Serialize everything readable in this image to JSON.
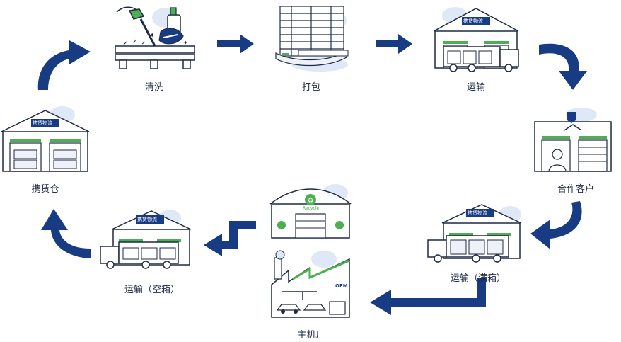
{
  "nodes": {
    "cleaning": {
      "label": "清洗"
    },
    "packing": {
      "label": "打包"
    },
    "transport": {
      "label": "运输"
    },
    "partner": {
      "label": "合作客户"
    },
    "transport_full": {
      "label": "运输（满箱）"
    },
    "oem": {
      "label": "主机厂",
      "sign": "OEM"
    },
    "recycle": {
      "sign": "Recycle"
    },
    "transport_empty": {
      "label": "运输（空箱）"
    },
    "warehouse": {
      "label": "携赁仓"
    }
  },
  "brand_sign": "携赁物流",
  "colors": {
    "arrow": "#173c84",
    "line": "#1f2a44",
    "accent_green": "#4caf50",
    "light_blue": "#dfe8f6"
  }
}
